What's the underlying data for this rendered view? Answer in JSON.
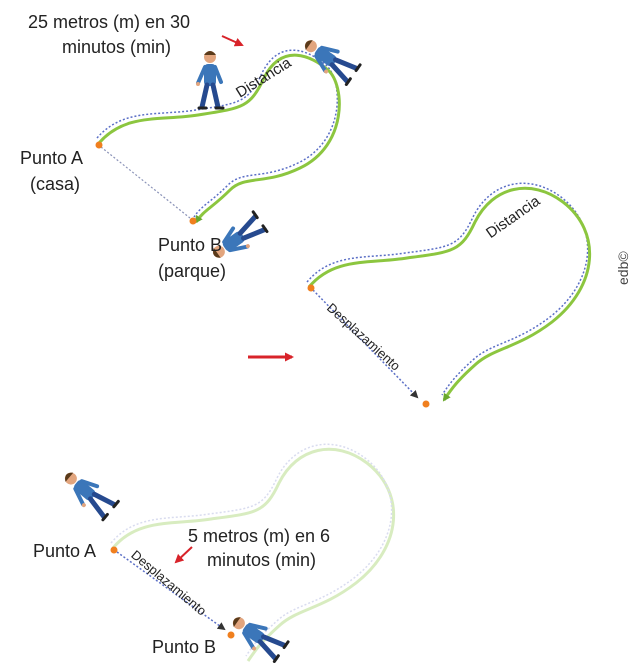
{
  "panel_top": {
    "note_line1": "25 metros (m) en 30",
    "note_line2": "minutos (min)",
    "distance_label": "Distancia",
    "point_a_line1": "Punto A",
    "point_a_line2": "(casa)",
    "point_b_line1": "Punto B",
    "point_b_line2": "(parque)"
  },
  "panel_middle": {
    "distance_label": "Distancia",
    "displacement_label": "Desplazamiento",
    "credit": "edb©"
  },
  "panel_bottom": {
    "note_line1": "5 metros (m) en 6",
    "note_line2": "minutos (min)",
    "displacement_label": "Desplazamiento",
    "point_a": "Punto A",
    "point_b": "Punto B"
  },
  "colors": {
    "path_green": "#8cc63f",
    "path_faded": "#d8ecc0",
    "dotted_blue": "#5b6fc6",
    "orange_point": "#f07f1e",
    "red_arrow": "#d8232a",
    "shirt": "#3b76b9",
    "pants": "#264a8f",
    "skin": "#e2a57e",
    "hair": "#5a3a1a"
  },
  "icons": [
    "walking-person-icon",
    "red-arrow-icon",
    "orange-point-icon"
  ]
}
